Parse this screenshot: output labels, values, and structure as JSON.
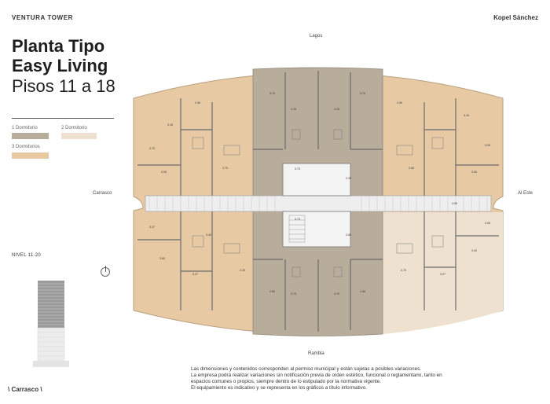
{
  "header": {
    "brand": "VENTURA TOWER",
    "developer": "Kopel Sánchez"
  },
  "title": {
    "line1": "Planta Tipo",
    "line2": "Easy Living",
    "line3": "Pisos 11 a 18"
  },
  "legend": {
    "items": [
      {
        "label": "1 Dormitorio",
        "color": "#b8ac9b"
      },
      {
        "label": "2 Dormitorio",
        "color": "#efe1cf"
      },
      {
        "label": "3 Dormitorios",
        "color": "#e7caa4"
      }
    ]
  },
  "level_label": "NIVEL 11-20",
  "directions": {
    "north": "Lagos",
    "south": "Rambla",
    "west": "Carrasco",
    "east": "Al Este"
  },
  "disclaimer": [
    "Las dimensiones y contenidos corresponden al permiso municipal y están sujetas a posibles variaciones.",
    "La empresa podrá realizar variaciones sin notificación previa de orden estético, funcional o reglamentario, tanto en",
    "espacios comunes o propios, siempre dentro de lo  estipulado por la normativa vigente.",
    "El equipamiento es indicativo y se representa en los gráficos a título informativo."
  ],
  "location": "\\ Carrasco \\",
  "room_dims": [
    "2.90",
    "3.70",
    "4.15",
    "4.15",
    "3.70",
    "2.90",
    "3.15",
    "3.15",
    "3.05",
    "3.05",
    "3.73",
    "2.25",
    "3.73",
    "2.65",
    "3.60",
    "3.40",
    "3.27",
    "3.27",
    "2.80",
    "2.80",
    "3.70",
    "3.70",
    "2.25",
    "2.70",
    "2.70",
    "3.09",
    "3.37",
    "3.05",
    "2.70",
    "2.80",
    "3.40",
    "4.06"
  ]
}
